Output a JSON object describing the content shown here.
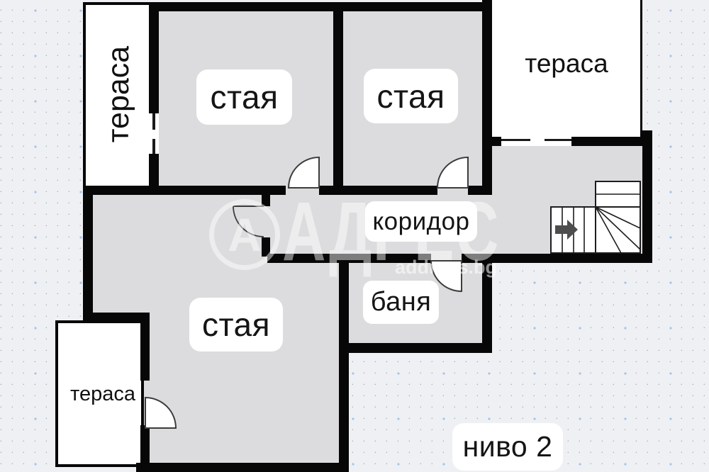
{
  "floor_plan": {
    "level_label": "ниво 2",
    "rooms": {
      "room_top_left": "стая",
      "room_top_middle": "стая",
      "room_bottom": "стая",
      "corridor": "коридор",
      "bathroom": "баня",
      "terrace_top_left": "тераса",
      "terrace_top_right": "тераса",
      "terrace_bottom_left": "тераса"
    },
    "watermark": {
      "logo_letter": "А",
      "brand": "АДРЕС",
      "site": "address.bg"
    },
    "colors": {
      "wall": "#070707",
      "floor_fill": "#dcdcde",
      "background": "#eff0f4",
      "dot_small": "#a6adbb",
      "dot_accent": "#a9c4e6",
      "label_background": "#ffffff",
      "label_text": "#151515",
      "stairs_arrow": "#4d4d4d"
    }
  }
}
